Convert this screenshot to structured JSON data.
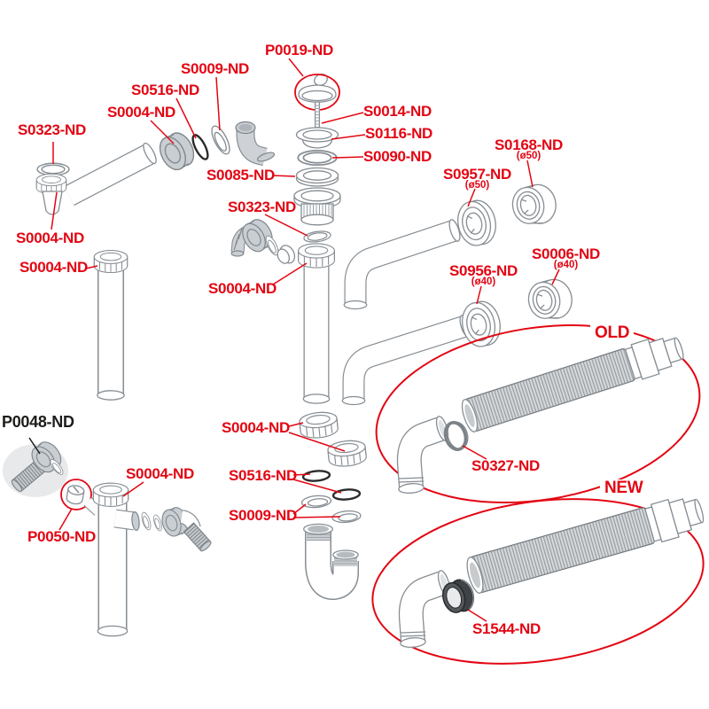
{
  "diagram": {
    "type": "exploded-parts-diagram",
    "subject": "sink drain / siphon spare parts with old and new flexible hose variants"
  },
  "colors": {
    "label_red": "#e30613",
    "label_black": "#1d1d1b",
    "part_line": "#868d93",
    "part_grey": "#c9ced3",
    "hose_fill": "#d6d9db",
    "highlight_grey": "#e7e9eb",
    "dark_part": "#3f4347"
  },
  "badges": {
    "old": "OLD",
    "new": "NEW"
  },
  "labels": [
    {
      "text": "S0323-ND"
    },
    {
      "text": "S0004-ND"
    },
    {
      "text": "S0516-ND"
    },
    {
      "text": "S0009-ND"
    },
    {
      "text": "P0019-ND"
    },
    {
      "text": "S0014-ND"
    },
    {
      "text": "S0116-ND"
    },
    {
      "text": "S0090-ND"
    },
    {
      "text": "S0085-ND"
    },
    {
      "text": "S0323-ND"
    },
    {
      "text": "S0004-ND"
    },
    {
      "text": "S0004-ND"
    },
    {
      "text": "S0004-ND"
    },
    {
      "text": "S0957-ND",
      "sub": "(ø50)"
    },
    {
      "text": "S0168-ND",
      "sub": "(ø50)"
    },
    {
      "text": "S0956-ND",
      "sub": "(ø40)"
    },
    {
      "text": "S0006-ND",
      "sub": "(ø40)"
    },
    {
      "text": "OLD"
    },
    {
      "text": "S0327-ND"
    },
    {
      "text": "NEW"
    },
    {
      "text": "S1544-ND"
    },
    {
      "text": "P0048-ND"
    },
    {
      "text": "P0050-ND"
    },
    {
      "text": "S0004-ND"
    },
    {
      "text": "S0004-ND"
    },
    {
      "text": "S0516-ND"
    },
    {
      "text": "S0009-ND"
    }
  ]
}
